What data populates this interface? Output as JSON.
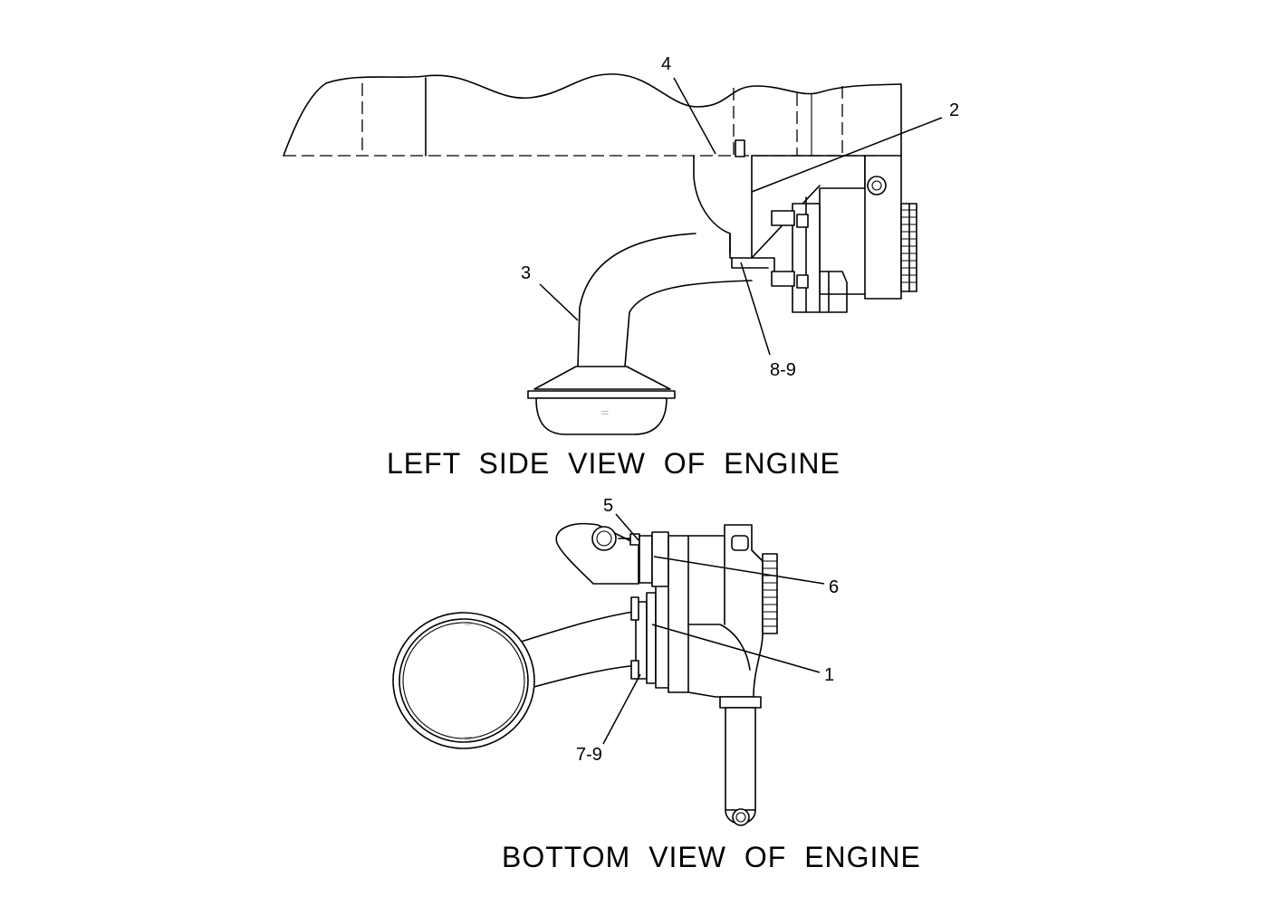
{
  "views": {
    "left_side": {
      "caption": "LEFT SIDE VIEW OF ENGINE",
      "callouts": {
        "c4": "4",
        "c2": "2",
        "c3": "3",
        "c8_9": "8-9"
      }
    },
    "bottom": {
      "caption": "BOTTOM VIEW OF ENGINE",
      "callouts": {
        "c5": "5",
        "c6": "6",
        "c1": "1",
        "c7_9": "7-9"
      }
    }
  }
}
